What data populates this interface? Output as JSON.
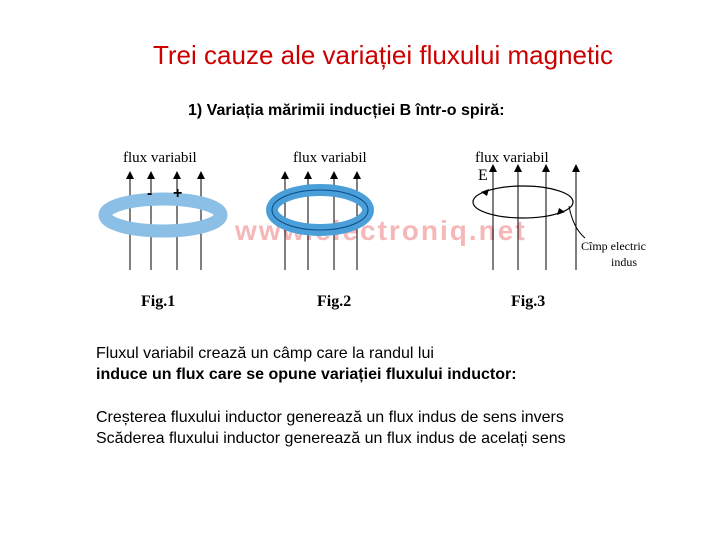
{
  "title": "Trei cauze ale variației fluxului magnetic",
  "subtitle": "1) Variația mărimii inducției B într-o spiră:",
  "figure": {
    "flux_label_1": "flux variabil",
    "flux_label_2": "flux variabil",
    "flux_label_3": "flux variabil",
    "minus_sign": "-",
    "plus_sign": "+",
    "e_label": "E",
    "field_label_line1": "Cîmp electric",
    "field_label_line2": "indus",
    "watermark": "www.electroniq.net",
    "fig1_caption": "Fig.1",
    "fig2_caption": "Fig.2",
    "fig3_caption": "Fig.3",
    "ring_color": "#4a9fd8"
  },
  "text": {
    "line1": "Fluxul variabil crează un câmp care la randul lui",
    "line2": "induce un flux care se opune variației fluxului inductor:",
    "line3": "Creșterea fluxului inductor generează un flux indus de sens invers",
    "line4": "Scăderea fluxului inductor generează un flux indus de acelați sens"
  }
}
